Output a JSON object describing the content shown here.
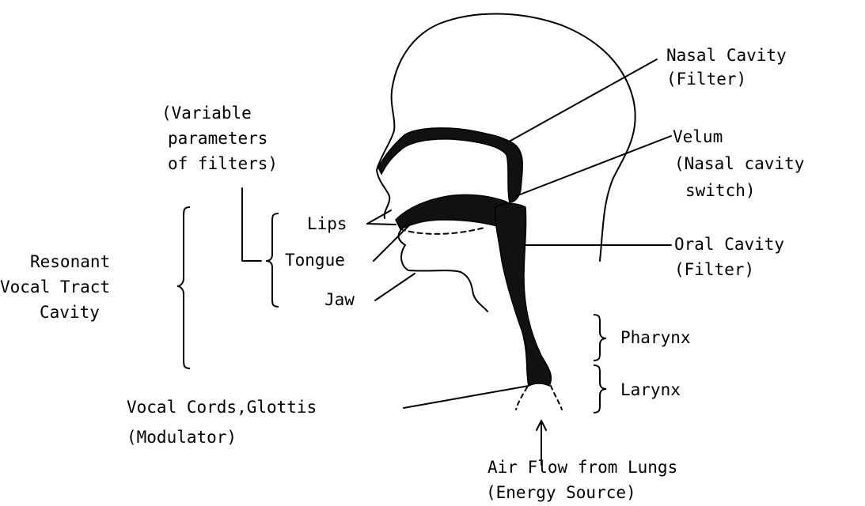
{
  "labels": {
    "nasal_cavity": "Nasal Cavity",
    "nasal_cavity_role": "(Filter)",
    "velum": "Velum",
    "velum_role_1": "(Nasal cavity",
    "velum_role_2": "switch)",
    "oral_cavity": "Oral Cavity",
    "oral_cavity_role": "(Filter)",
    "variable_params_1": "(Variable",
    "variable_params_2": "parameters",
    "variable_params_3": "of filters)",
    "lips": "Lips",
    "tongue": "Tongue",
    "jaw": "Jaw",
    "resonant_1": "Resonant",
    "resonant_2": "Vocal Tract",
    "resonant_3": "Cavity",
    "pharynx": "Pharynx",
    "larynx": "Larynx",
    "vocal_cords": "Vocal Cords,Glottis",
    "vocal_cords_role": "(Modulator)",
    "air_flow": "Air Flow from Lungs",
    "air_flow_role": "(Energy Source)"
  },
  "colors": {
    "ink": "#000000",
    "background": "#ffffff"
  }
}
